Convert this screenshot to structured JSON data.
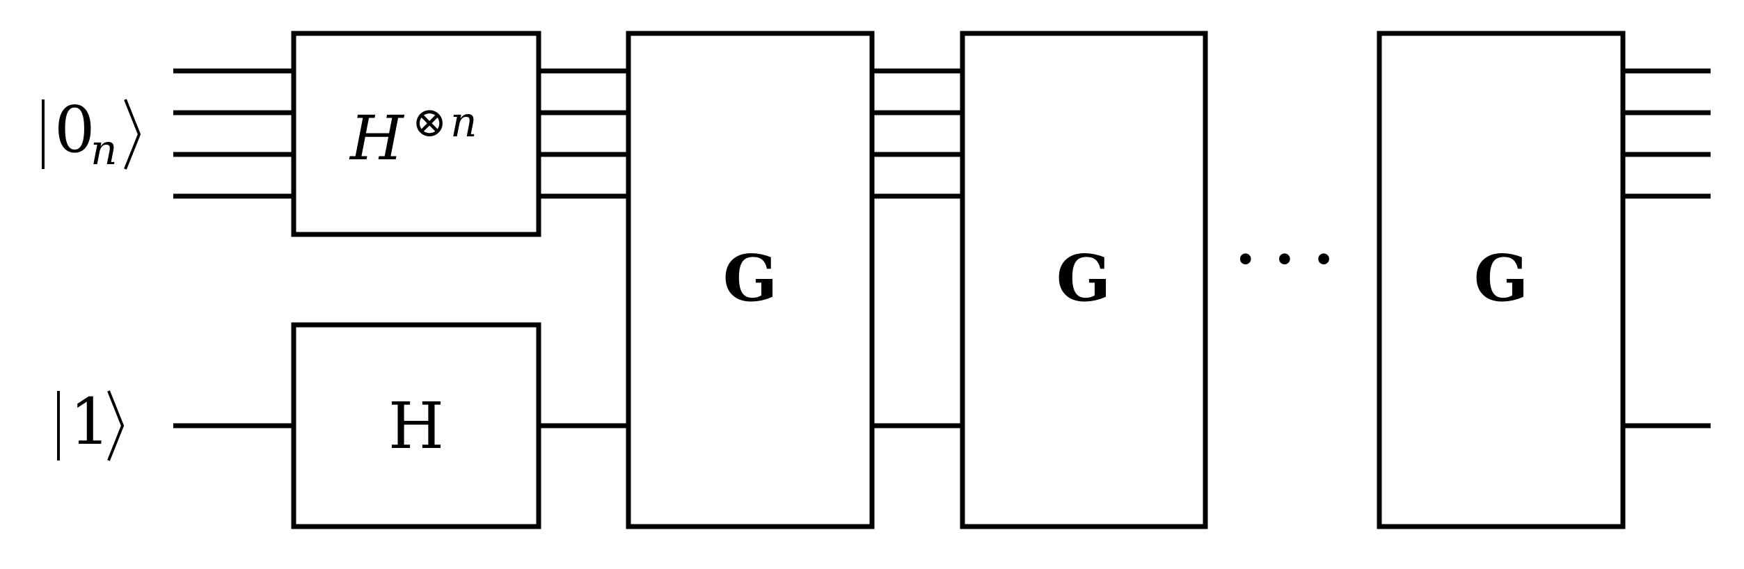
{
  "inputs": {
    "register": {
      "ket_value": "0",
      "ket_subscript": "n"
    },
    "ancilla": {
      "ket_value": "1"
    }
  },
  "gates": {
    "hadamard_n": {
      "base": "H",
      "operator": "⊗",
      "exponent": "n"
    },
    "hadamard_single": {
      "label": "H"
    },
    "grover": [
      {
        "label": "G"
      },
      {
        "label": "G"
      },
      {
        "label": "G"
      }
    ]
  },
  "ellipsis": "···"
}
